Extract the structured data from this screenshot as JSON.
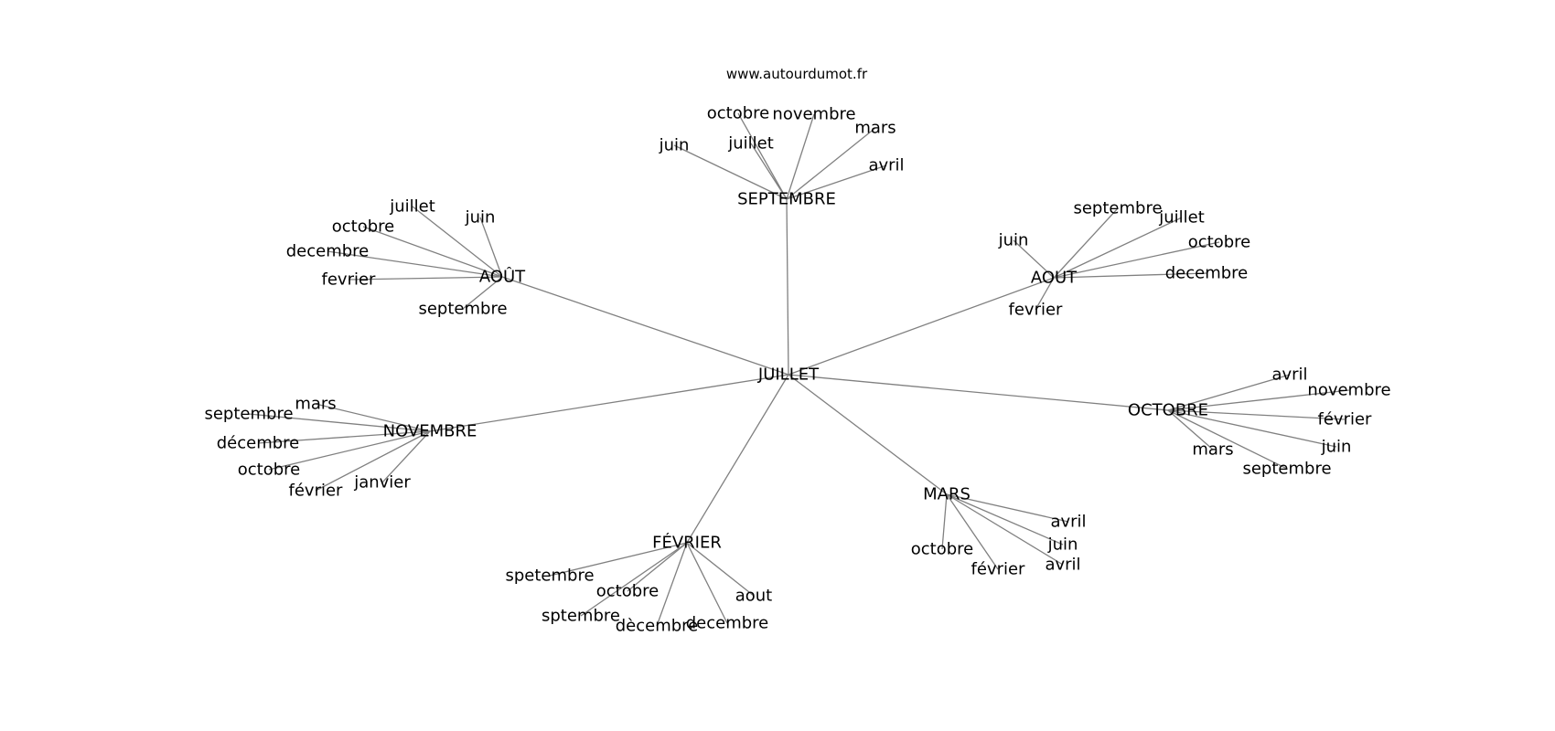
{
  "site": "www.autourdumot.fr",
  "graph": {
    "root": "JUILLET",
    "hubs": [
      {
        "label": "SEPTEMBRE",
        "leaves": [
          "octobre",
          "novembre",
          "juillet",
          "mars",
          "juin",
          "avril"
        ]
      },
      {
        "label": "AOÛT",
        "leaves": [
          "juillet",
          "juin",
          "octobre",
          "decembre",
          "fevrier",
          "septembre"
        ]
      },
      {
        "label": "AOUT",
        "leaves": [
          "septembre",
          "juillet",
          "juin",
          "octobre",
          "decembre",
          "fevrier"
        ]
      },
      {
        "label": "NOVEMBRE",
        "leaves": [
          "mars",
          "septembre",
          "décembre",
          "octobre",
          "février",
          "janvier"
        ]
      },
      {
        "label": "OCTOBRE",
        "leaves": [
          "avril",
          "novembre",
          "février",
          "juin",
          "mars",
          "septembre"
        ]
      },
      {
        "label": "MARS",
        "leaves": [
          "avril",
          "juin",
          "avril",
          "octobre",
          "février"
        ]
      },
      {
        "label": "FÉVRIER",
        "leaves": [
          "spetembre",
          "octobre",
          "aout",
          "sptembre",
          "dècembre",
          "decembre"
        ]
      }
    ]
  }
}
